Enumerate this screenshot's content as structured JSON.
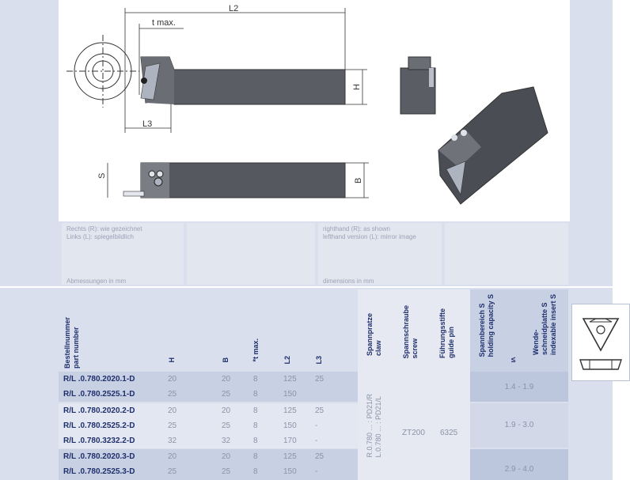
{
  "drawing": {
    "labels": {
      "l2": "L2",
      "tmax": "t max.",
      "h": "H",
      "l3": "L3",
      "s": "S",
      "b": "B"
    }
  },
  "notes": {
    "de_line1": "Rechts (R): wie gezeichnet",
    "de_line2": "Links (L): spiegelbildlich",
    "de_dim": "Abmessungen in mm",
    "en_line1": "righthand (R): as shown",
    "en_line2": "lefthand version (L): mirror image",
    "en_dim": "dimensions in mm"
  },
  "table": {
    "headers": {
      "part_de": "Bestellnummer",
      "part_en": "part number",
      "h": "H",
      "b": "B",
      "tmax": "*t max.",
      "l2": "L2",
      "l3": "L3",
      "claw_de": "Spannpratze",
      "claw_en": "claw",
      "screw_de": "Spannschraube",
      "screw_en": "screw",
      "pin_de": "Führungsstifte",
      "pin_en": "guide pin",
      "range_de": "Spannbereich S",
      "range_en": "holding capacity S",
      "range_sym": "≤",
      "insert_de": "Wende-",
      "insert_de2": "schneidplatte S",
      "insert_en": "indexable insert S"
    },
    "rows": [
      {
        "part": "R/L .0.780.2020.1-D",
        "h": "20",
        "b": "20",
        "t": "8",
        "l2": "125",
        "l3": "25"
      },
      {
        "part": "R/L .0.780.2525.1-D",
        "h": "25",
        "b": "25",
        "t": "8",
        "l2": "150",
        "l3": ""
      },
      {
        "part": "R/L .0.780.2020.2-D",
        "h": "20",
        "b": "20",
        "t": "8",
        "l2": "125",
        "l3": "25"
      },
      {
        "part": "R/L .0.780.2525.2-D",
        "h": "25",
        "b": "25",
        "t": "8",
        "l2": "150",
        "l3": "-"
      },
      {
        "part": "R/L .0.780.3232.2-D",
        "h": "32",
        "b": "32",
        "t": "8",
        "l2": "170",
        "l3": "-"
      },
      {
        "part": "R/L .0.780.2020.3-D",
        "h": "20",
        "b": "20",
        "t": "8",
        "l2": "125",
        "l3": "25"
      },
      {
        "part": "R/L .0.780.2525.3-D",
        "h": "25",
        "b": "25",
        "t": "8",
        "l2": "150",
        "l3": "-"
      }
    ],
    "claw_r": "R.0.780 ... : PD21/R",
    "claw_l": "L.0.780 ... : PD21/L",
    "screw": "ZT200",
    "pin": "6325",
    "ranges": [
      "1.4 - 1.9",
      "1.9 - 3.0",
      "2.9 - 4.0"
    ]
  },
  "colors": {
    "accent": "#1f2f6b",
    "muted": "#8a93a8",
    "band": "#d9dfec"
  }
}
